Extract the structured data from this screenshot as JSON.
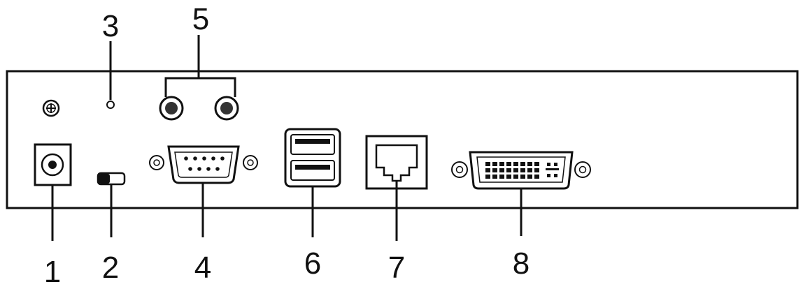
{
  "colors": {
    "ink": "#111111",
    "panel": "#ffffff",
    "dark_fill": "#333333"
  },
  "callouts": [
    {
      "id": "1",
      "label": "1",
      "target": "power-jack"
    },
    {
      "id": "2",
      "label": "2",
      "target": "switch"
    },
    {
      "id": "3",
      "label": "3",
      "target": "led-indicator"
    },
    {
      "id": "4",
      "label": "4",
      "target": "db9-port"
    },
    {
      "id": "5",
      "label": "5",
      "target": "audio-jacks"
    },
    {
      "id": "6",
      "label": "6",
      "target": "usb-ports"
    },
    {
      "id": "7",
      "label": "7",
      "target": "rj45-port"
    },
    {
      "id": "8",
      "label": "8",
      "target": "dvi-port"
    }
  ]
}
